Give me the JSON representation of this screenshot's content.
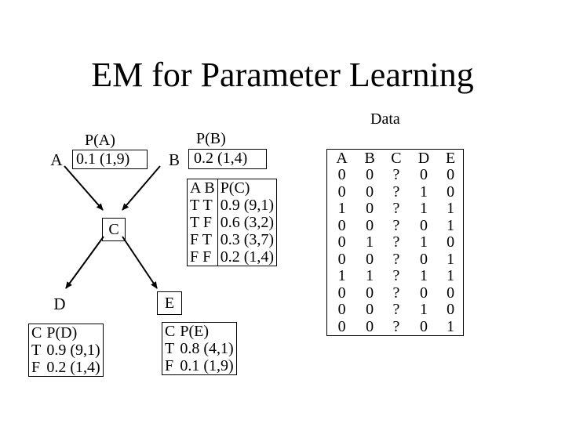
{
  "title": "EM for Parameter Learning",
  "nodes": {
    "A": "A",
    "B": "B",
    "C": "C",
    "D": "D",
    "E": "E"
  },
  "cpt_a": {
    "header": "P(A)",
    "value": "0.1 (1,9)"
  },
  "cpt_b": {
    "header": "P(B)",
    "value": "0.2 (1,4)"
  },
  "cpt_c": {
    "header_parents": "A B",
    "header_prob": "P(C)",
    "rows": [
      {
        "parents": "T T",
        "prob": "0.9 (9,1)"
      },
      {
        "parents": "T F",
        "prob": "0.6 (3,2)"
      },
      {
        "parents": "F T",
        "prob": "0.3 (3,7)"
      },
      {
        "parents": "F F",
        "prob": "0.2 (1,4)"
      }
    ]
  },
  "cpt_d": {
    "header_parent": "C",
    "header_prob": "P(D)",
    "rows": [
      {
        "parent": "T",
        "prob": "0.9 (9,1)"
      },
      {
        "parent": "F",
        "prob": "0.2 (1,4)"
      }
    ]
  },
  "cpt_e": {
    "header_parent": "C",
    "header_prob": "P(E)",
    "rows": [
      {
        "parent": "T",
        "prob": "0.8 (4,1)"
      },
      {
        "parent": "F",
        "prob": "0.1 (1,9)"
      }
    ]
  },
  "data": {
    "label": "Data",
    "columns": [
      "A",
      "B",
      "C",
      "D",
      "E"
    ],
    "rows": [
      [
        "0",
        "0",
        "?",
        "0",
        "0"
      ],
      [
        "0",
        "0",
        "?",
        "1",
        "0"
      ],
      [
        "1",
        "0",
        "?",
        "1",
        "1"
      ],
      [
        "0",
        "0",
        "?",
        "0",
        "1"
      ],
      [
        "0",
        "1",
        "?",
        "1",
        "0"
      ],
      [
        "0",
        "0",
        "?",
        "0",
        "1"
      ],
      [
        "1",
        "1",
        "?",
        "1",
        "1"
      ],
      [
        "0",
        "0",
        "?",
        "0",
        "0"
      ],
      [
        "0",
        "0",
        "?",
        "1",
        "0"
      ],
      [
        "0",
        "0",
        "?",
        "0",
        "1"
      ]
    ]
  }
}
